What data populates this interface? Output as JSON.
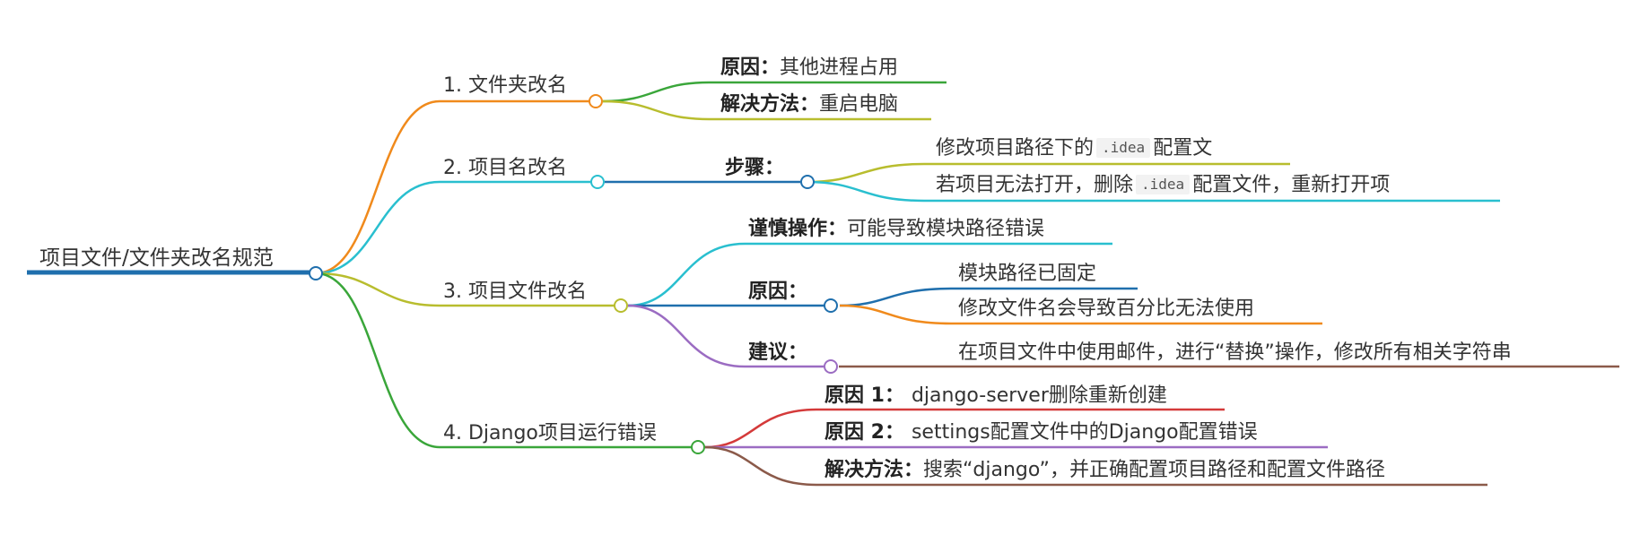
{
  "root": {
    "label": "项目文件/文件夹改名规范",
    "color": "#1f6fad"
  },
  "branches": [
    {
      "id": "b1",
      "label": "1. 文件夹改名",
      "color": "#f08a1c",
      "items": [
        {
          "title": "原因：",
          "text": "其他进程占用",
          "color": "#3aa63a"
        },
        {
          "title": "解决方法：",
          "text": "重启电脑",
          "color": "#b8bd2e"
        }
      ]
    },
    {
      "id": "b2",
      "label": "2. 项目名改名",
      "color": "#29bfcf",
      "sub": {
        "title": "步骤：",
        "color": "#1f6fad"
      },
      "items": [
        {
          "pre": "修改项目路径下的",
          "code": ".idea",
          "post": "配置文",
          "color": "#b8bd2e"
        },
        {
          "pre": "若项目无法打开，删除",
          "code": ".idea",
          "post": "配置文件，重新打开项",
          "color": "#29bfcf"
        }
      ]
    },
    {
      "id": "b3",
      "label": "3. 项目文件改名",
      "color": "#b8bd2e",
      "subs": [
        {
          "title": "谨慎操作：",
          "text": "可能导致模块路径错误",
          "color": "#29bfcf"
        },
        {
          "title": "原因：",
          "color": "#1f6fad",
          "items": [
            {
              "text": "模块路径已固定",
              "color": "#1f6fad"
            },
            {
              "text": "修改文件名会导致百分比无法使用",
              "color": "#f08a1c"
            }
          ]
        },
        {
          "title": "建议：",
          "color": "#9b6cc2",
          "items": [
            {
              "text": "在项目文件中使用邮件，进行“替换”操作，修改所有相关字符串",
              "color": "#8b5a4a"
            }
          ]
        }
      ]
    },
    {
      "id": "b4",
      "label": "4. Django项目运行错误",
      "color": "#3aa63a",
      "items": [
        {
          "title": "原因 1：",
          "text": "django-server删除重新创建",
          "color": "#d43a3a"
        },
        {
          "title": "原因 2：",
          "text": "settings配置文件中的Django配置错误",
          "color": "#9b6cc2"
        },
        {
          "title": "解决方法：",
          "text": "搜索“django”，并正确配置项目路径和配置文件路径",
          "color": "#8b5a4a"
        }
      ]
    }
  ]
}
